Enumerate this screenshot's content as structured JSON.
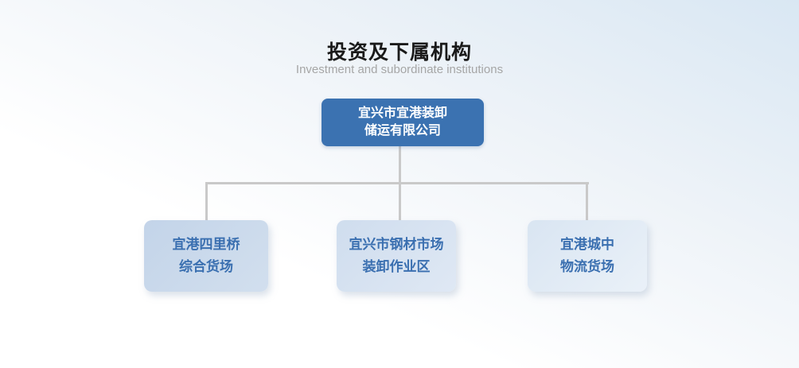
{
  "header": {
    "title": "投资及下属机构",
    "subtitle": "Investment and subordinate institutions"
  },
  "org_chart": {
    "root": {
      "lines": [
        "宜兴市宜港装卸",
        "储运有限公司"
      ]
    },
    "children": [
      {
        "lines": [
          "宜港四里桥",
          "综合货场"
        ]
      },
      {
        "lines": [
          "宜兴市钢材市场",
          "装卸作业区"
        ]
      },
      {
        "lines": [
          "宜港城中",
          "物流货场"
        ]
      }
    ]
  },
  "colors": {
    "root_node_fill": "#3b72b1",
    "root_node_text": "#ffffff",
    "child_node_text": "#3a6fb0",
    "child_node_fills": [
      "#c3d4e9",
      "#cfddee",
      "#d9e5f2"
    ],
    "connector_line": "#c9c9c9",
    "title_text": "#1a1a1a",
    "subtitle_text": "#a6a6a6",
    "background_top_right": "#d9e7f3",
    "background_bottom": "#ffffff"
  }
}
